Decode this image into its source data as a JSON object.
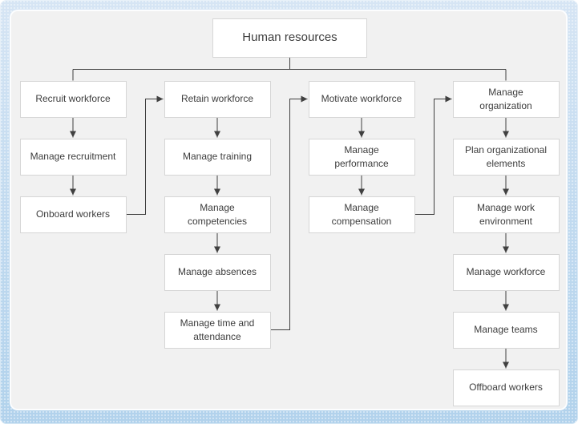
{
  "diagram": {
    "root": {
      "id": "human-resources",
      "label": "Human resources"
    },
    "columns": [
      {
        "nodes": [
          {
            "id": "recruit-workforce",
            "label": "Recruit workforce"
          },
          {
            "id": "manage-recruitment",
            "label": "Manage recruitment"
          },
          {
            "id": "onboard-workers",
            "label": "Onboard workers"
          }
        ]
      },
      {
        "nodes": [
          {
            "id": "retain-workforce",
            "label": "Retain workforce"
          },
          {
            "id": "manage-training",
            "label": "Manage training"
          },
          {
            "id": "manage-competencies",
            "label": "Manage\ncompetencies"
          },
          {
            "id": "manage-absences",
            "label": "Manage absences"
          },
          {
            "id": "manage-time-attendance",
            "label": "Manage time and\nattendance"
          }
        ]
      },
      {
        "nodes": [
          {
            "id": "motivate-workforce",
            "label": "Motivate workforce"
          },
          {
            "id": "manage-performance",
            "label": "Manage\nperformance"
          },
          {
            "id": "manage-compensation",
            "label": "Manage\ncompensation"
          }
        ]
      },
      {
        "nodes": [
          {
            "id": "manage-organization",
            "label": "Manage\norganization"
          },
          {
            "id": "plan-organizational-elements",
            "label": "Plan organizational\nelements"
          },
          {
            "id": "manage-work-environment",
            "label": "Manage work\nenvironment"
          },
          {
            "id": "manage-workforce",
            "label": "Manage workforce"
          },
          {
            "id": "manage-teams",
            "label": "Manage teams"
          },
          {
            "id": "offboard-workers",
            "label": "Offboard workers"
          }
        ]
      }
    ],
    "edges": [
      {
        "type": "bus",
        "from": "human-resources",
        "to": [
          "recruit-workforce",
          "manage-organization"
        ]
      },
      {
        "type": "down",
        "from": "recruit-workforce",
        "to": "manage-recruitment"
      },
      {
        "type": "down",
        "from": "manage-recruitment",
        "to": "onboard-workers"
      },
      {
        "type": "down",
        "from": "retain-workforce",
        "to": "manage-training"
      },
      {
        "type": "down",
        "from": "manage-training",
        "to": "manage-competencies"
      },
      {
        "type": "down",
        "from": "manage-competencies",
        "to": "manage-absences"
      },
      {
        "type": "down",
        "from": "manage-absences",
        "to": "manage-time-attendance"
      },
      {
        "type": "down",
        "from": "motivate-workforce",
        "to": "manage-performance"
      },
      {
        "type": "down",
        "from": "manage-performance",
        "to": "manage-compensation"
      },
      {
        "type": "down",
        "from": "manage-organization",
        "to": "plan-organizational-elements"
      },
      {
        "type": "down",
        "from": "plan-organizational-elements",
        "to": "manage-work-environment"
      },
      {
        "type": "down",
        "from": "manage-work-environment",
        "to": "manage-workforce"
      },
      {
        "type": "down",
        "from": "manage-workforce",
        "to": "manage-teams"
      },
      {
        "type": "down",
        "from": "manage-teams",
        "to": "offboard-workers"
      },
      {
        "type": "elbow",
        "from": "onboard-workers",
        "to": "retain-workforce"
      },
      {
        "type": "elbow",
        "from": "manage-time-attendance",
        "to": "motivate-workforce"
      },
      {
        "type": "elbow",
        "from": "manage-compensation",
        "to": "manage-organization"
      }
    ],
    "colors": {
      "line": "#404040",
      "text": "#3d3d3d",
      "box_fill": "#ffffff",
      "box_border": "#d6d6d6",
      "panel_fill": "#f1f1f1",
      "outer_top": "#d6e5f4",
      "outer_bottom": "#b1d2ec"
    }
  }
}
